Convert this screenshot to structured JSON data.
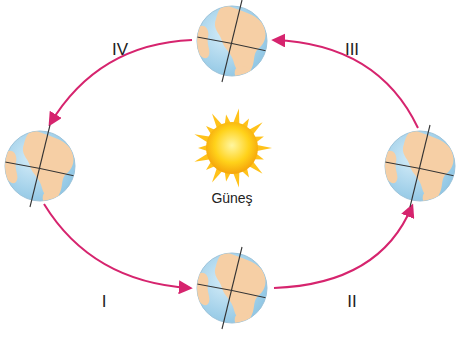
{
  "diagram": {
    "nodes": [
      {
        "text": [
          "Güneş"
        ]
      }
    ],
    "labels": [
      "IV",
      "III",
      "I",
      "II"
    ]
  }
}
